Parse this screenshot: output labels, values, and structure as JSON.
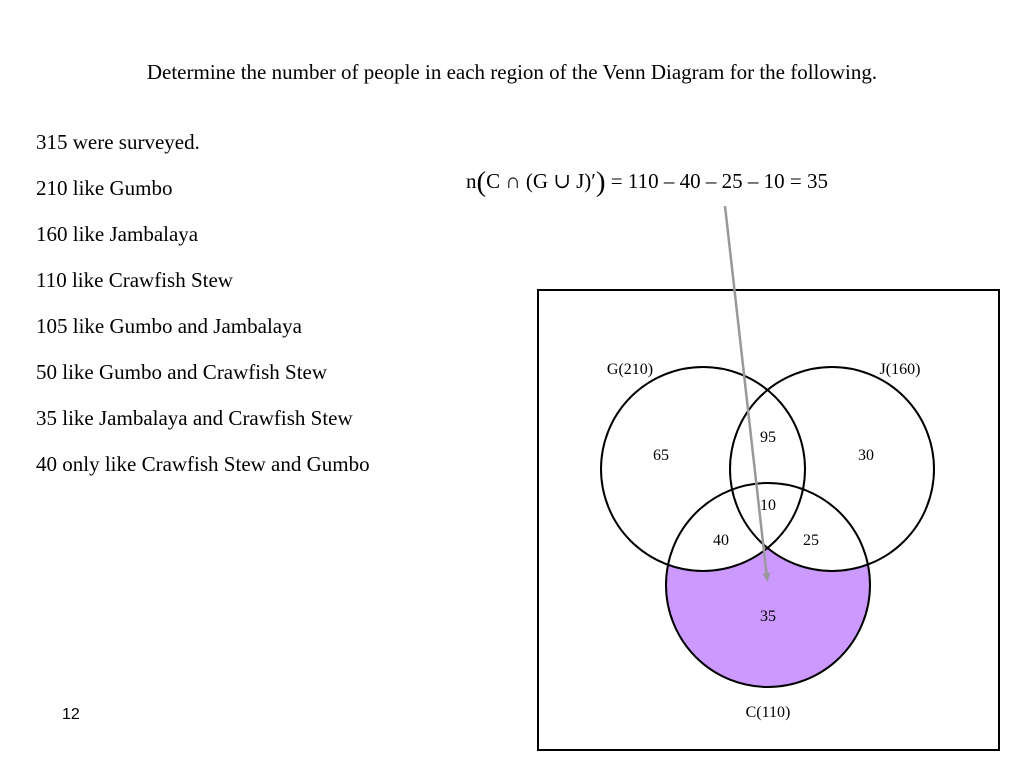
{
  "slide": {
    "title": "Determine the number of people in each region of the Venn Diagram for the following.",
    "facts": [
      "315 were surveyed.",
      "210 like Gumbo",
      "160 like Jambalaya",
      "110 like Crawfish Stew",
      "105 like Gumbo and Jambalaya",
      "50 like Gumbo and Crawfish Stew",
      "35 like Jambalaya and Crawfish Stew",
      "40 only like Crawfish Stew and Gumbo"
    ],
    "formula": {
      "prefix": "n",
      "open": "(",
      "expr": "C ∩ (G ∪ J)′",
      "close": ")",
      "result": " = 110 – 40 – 25 – 10 = 35"
    },
    "page_number": "12"
  },
  "venn": {
    "highlight_color": "#cc99ff",
    "sets": {
      "gumbo_label": "G(210)",
      "jambalaya_label": "J(160)",
      "crawfish_label": "C(110)"
    },
    "regions": {
      "g_only": "65",
      "g_and_j_only": "95",
      "j_only": "30",
      "all_three": "10",
      "g_and_c_only": "40",
      "j_and_c_only": "25",
      "c_only": "35"
    }
  }
}
